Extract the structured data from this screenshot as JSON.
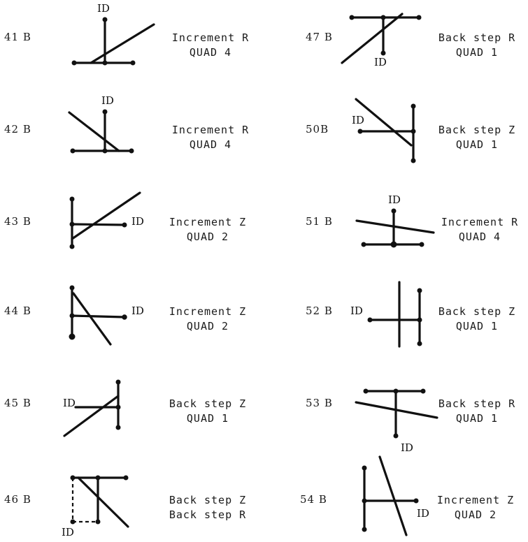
{
  "id_label": "ID",
  "cases": [
    {
      "label": "41 B",
      "line1": "Increment R",
      "line2": "QUAD 4"
    },
    {
      "label": "42 B",
      "line1": "Increment R",
      "line2": "QUAD 4"
    },
    {
      "label": "43 B",
      "line1": "Increment Z",
      "line2": "QUAD 2"
    },
    {
      "label": "44 B",
      "line1": "Increment Z",
      "line2": "QUAD 2"
    },
    {
      "label": "45 B",
      "line1": "Back step Z",
      "line2": "QUAD 1"
    },
    {
      "label": "46 B",
      "line1": "Back step Z",
      "line2": "Back step R"
    },
    {
      "label": "47 B",
      "line1": "Back step R",
      "line2": "QUAD 1"
    },
    {
      "label": "50B",
      "line1": "Back step Z",
      "line2": "QUAD 1"
    },
    {
      "label": "51 B",
      "line1": "Increment R",
      "line2": "QUAD 4"
    },
    {
      "label": "52 B",
      "line1": "Back step Z",
      "line2": "QUAD 1"
    },
    {
      "label": "53 B",
      "line1": "Back step R",
      "line2": "QUAD 1"
    },
    {
      "label": "54 B",
      "line1": "Increment Z",
      "line2": "QUAD 2"
    }
  ]
}
